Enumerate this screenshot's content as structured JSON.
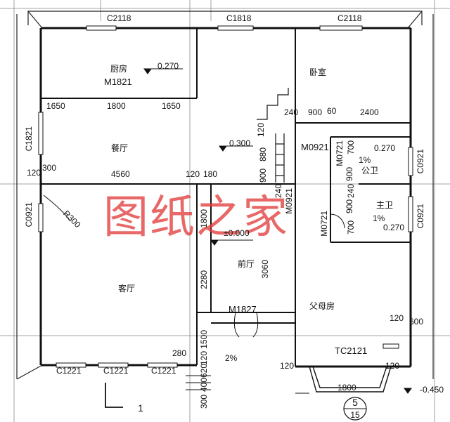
{
  "watermark": "图纸之家",
  "windows": {
    "top_left": "C2118",
    "top_mid": "C1818",
    "top_right": "C2118",
    "left_upper": "C1821",
    "left_lower": "C0921",
    "right_upper": "C0921",
    "right_lower": "C0921",
    "bottom_1": "C1221",
    "bottom_2": "C1221",
    "bottom_3": "C1221",
    "bay": "TC2121"
  },
  "doors": {
    "kitchen": "M1821",
    "bedroom": "M0921",
    "wc_pub": "M0721",
    "wc_main": "M0721",
    "foyer_side": "M0921",
    "entrance": "M1827"
  },
  "rooms": {
    "kitchen": "厨房",
    "dining": "餐厅",
    "bedroom": "卧室",
    "living": "客厅",
    "foyer": "前厅",
    "parents": "父母房",
    "wc_pub": "公卫",
    "wc_main": "主卫"
  },
  "levels": {
    "kitchen": "0.270",
    "stair": "0.300",
    "wc_pub": "0.270",
    "wc_main": "0.270",
    "foyer": "±0.000",
    "outside": "-0.450"
  },
  "slopes": {
    "wc_pub": "1%",
    "wc_main": "1%",
    "porch": "2%"
  },
  "dims": {
    "k1": "1650",
    "k2": "1800",
    "k3": "1650",
    "d_left": "120",
    "d_300": "300",
    "d_4560": "4560",
    "d_120b": "120",
    "d_180": "180",
    "radius": "R300",
    "stair_120": "120",
    "stair_880": "880",
    "stair_900": "900",
    "stair_240": "240",
    "bed_240": "240",
    "bed_900": "900",
    "bed_60": "60",
    "bed_2400": "2400",
    "wc_700a": "700",
    "wc_900a": "900",
    "wc_900b": "900",
    "wc_700b": "700",
    "wc_240": "240",
    "f_1800": "1800",
    "f_2280": "2280",
    "f_3060": "3060",
    "e_1500": "1500",
    "e_120a": "120",
    "e_620": "620",
    "e_400": "400",
    "e_300": "300",
    "e_120b": "120",
    "lv_280": "280",
    "p_120": "120",
    "p_600": "600",
    "bay_1800": "1800",
    "bay_120": "120"
  },
  "axis": {
    "bottom_left": "1",
    "circle_top": "5",
    "circle_bottom": "15"
  }
}
